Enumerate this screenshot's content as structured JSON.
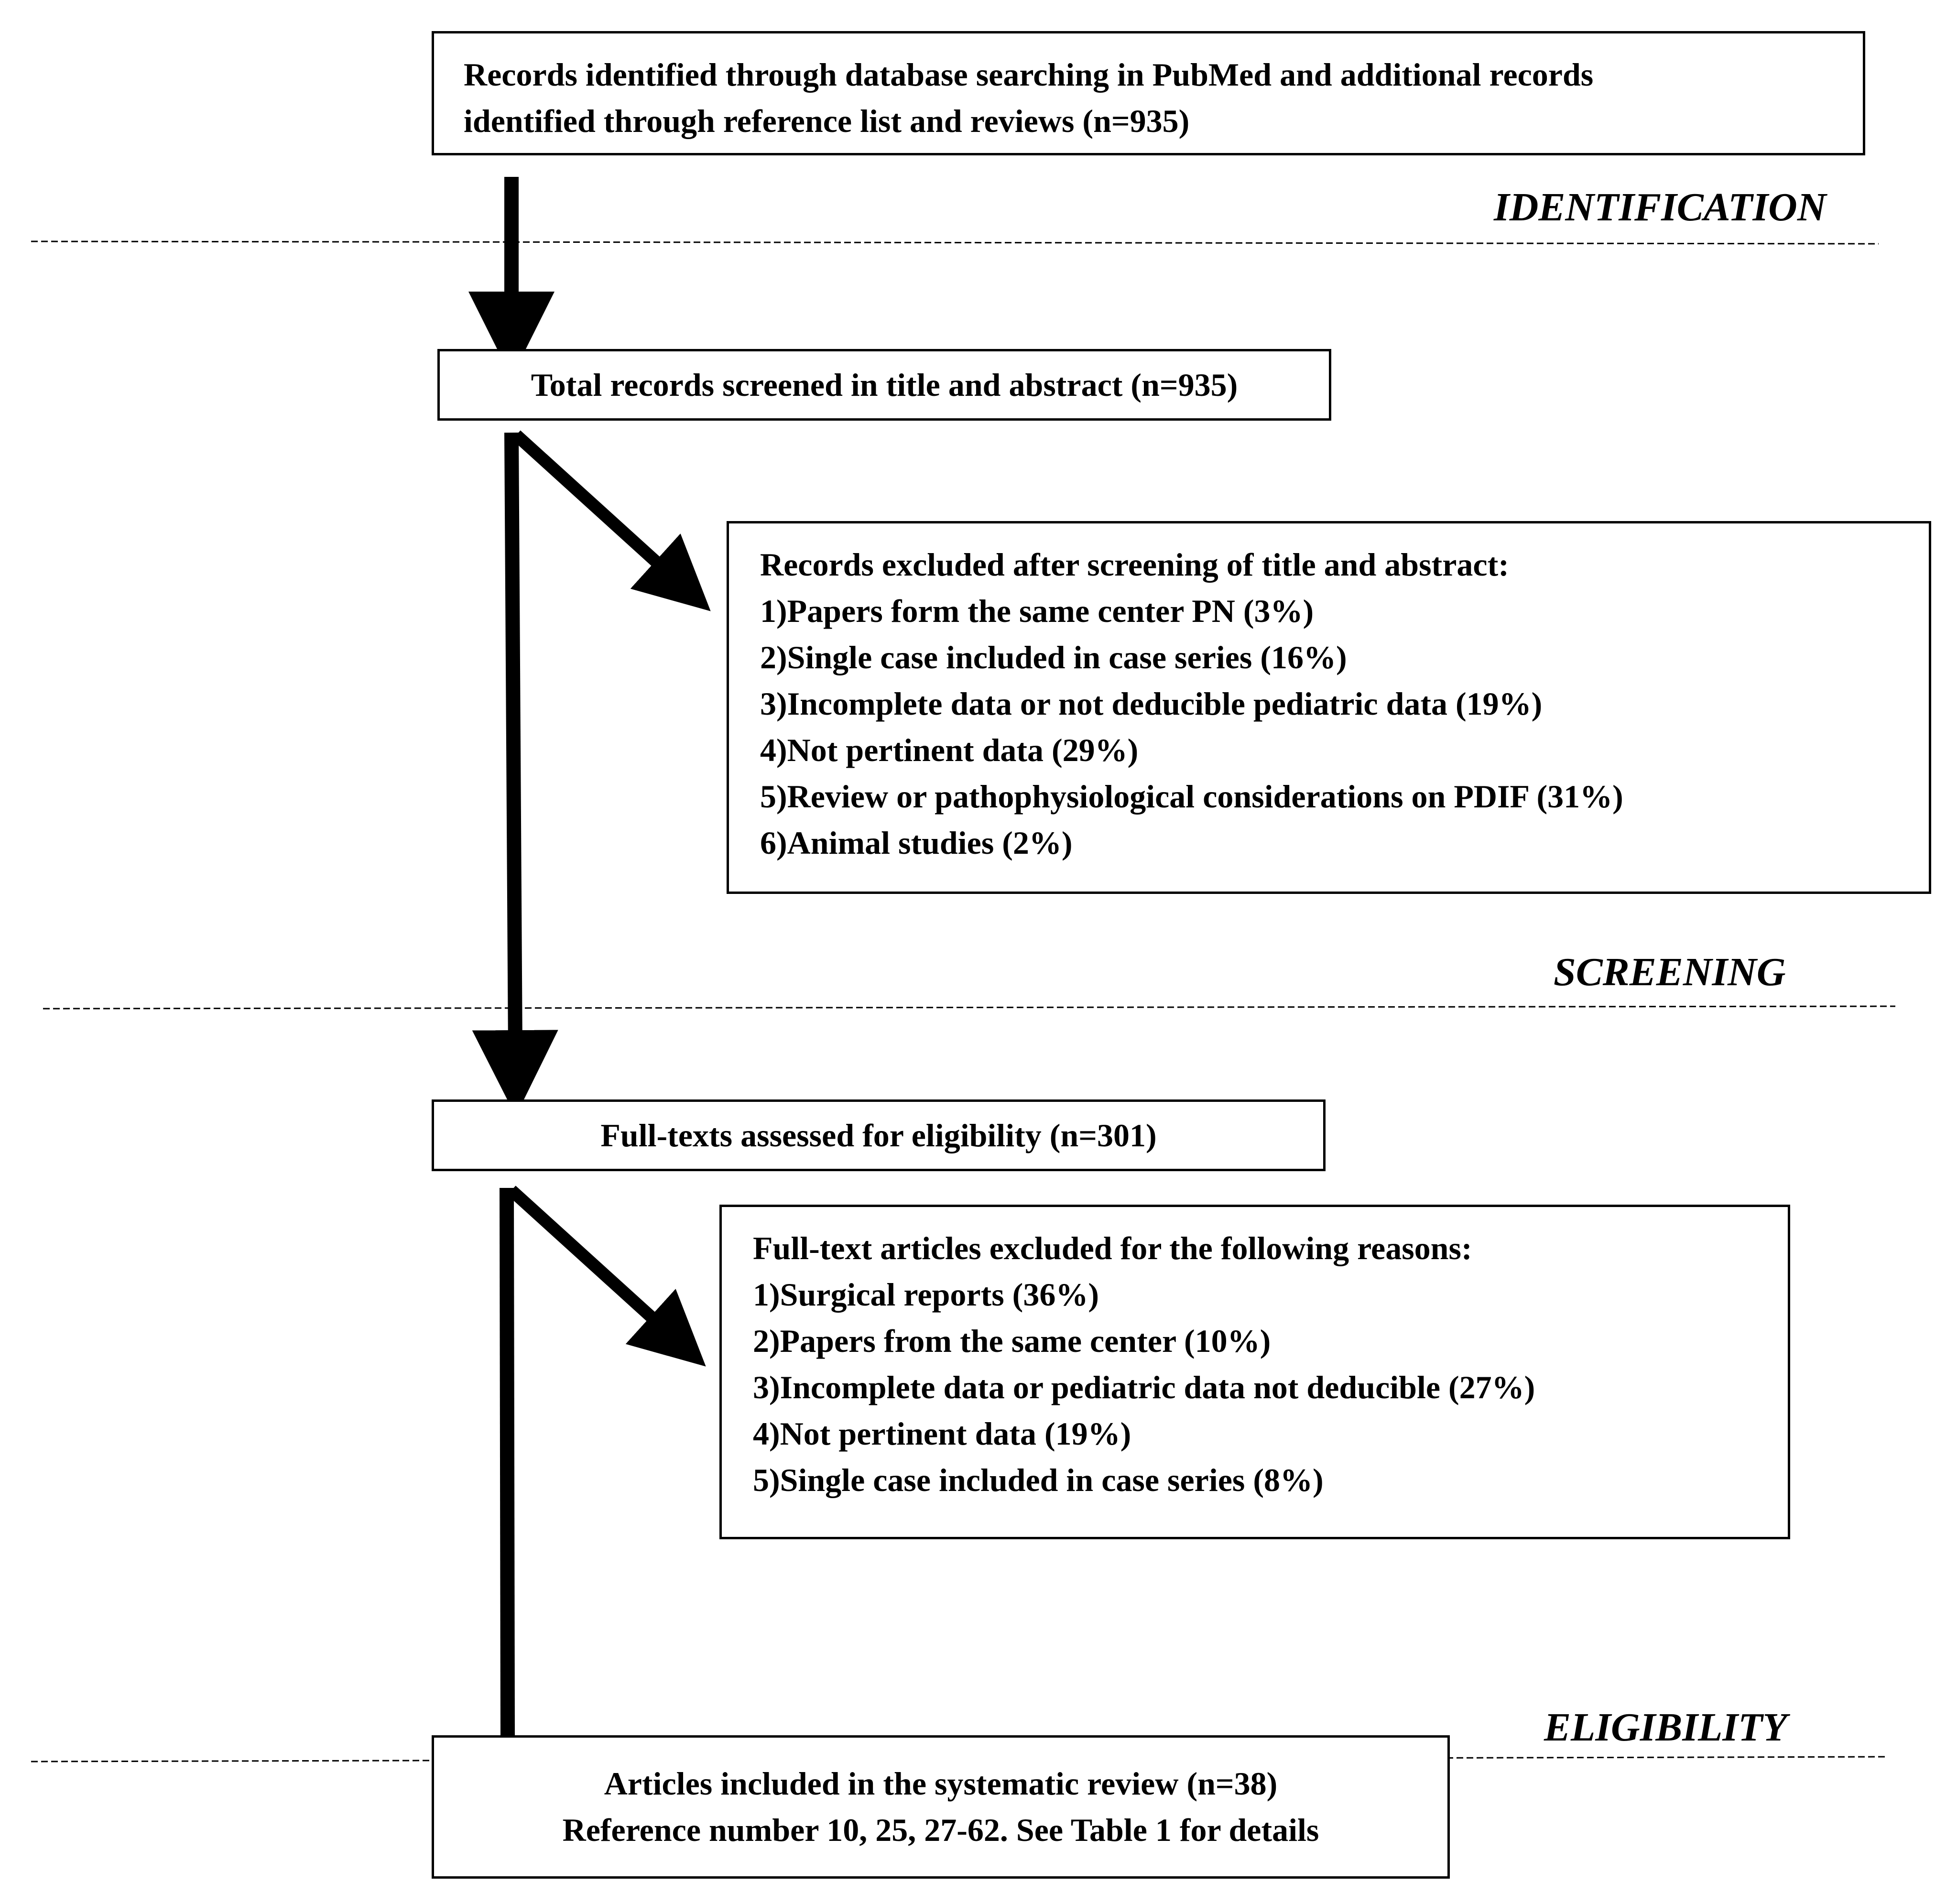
{
  "stages": {
    "identification": "IDENTIFICATION",
    "screening": "SCREENING",
    "eligibility": "ELIGIBILITY"
  },
  "boxes": {
    "records_identified": {
      "lines": [
        "Records identified through database searching in PubMed and additional records",
        "identified through reference list and reviews (n=935)"
      ]
    },
    "records_screened": {
      "text": "Total records screened in title and abstract (n=935)"
    },
    "records_excluded": {
      "lines": [
        "Records excluded after screening of title and abstract:",
        "1)Papers form the same center PN (3%)",
        "2)Single case included in case series (16%)",
        "3)Incomplete data or not deducible pediatric data (19%)",
        "4)Not pertinent data (29%)",
        "5)Review or pathophysiological considerations on PDIF (31%)",
        "6)Animal studies (2%)"
      ]
    },
    "fulltexts_assessed": {
      "text": "Full-texts assessed for eligibility (n=301)"
    },
    "fulltexts_excluded": {
      "lines": [
        "Full-text articles excluded for the following reasons:",
        "1)Surgical reports (36%)",
        "2)Papers from the same center (10%)",
        "3)Incomplete data or pediatric data not deducible (27%)",
        "4)Not pertinent data (19%)",
        "5)Single case included in case series (8%)"
      ]
    },
    "articles_included": {
      "lines": [
        "Articles included in the systematic review (n=38)",
        "Reference number 10, 25, 27-62. See Table 1 for details"
      ]
    }
  }
}
